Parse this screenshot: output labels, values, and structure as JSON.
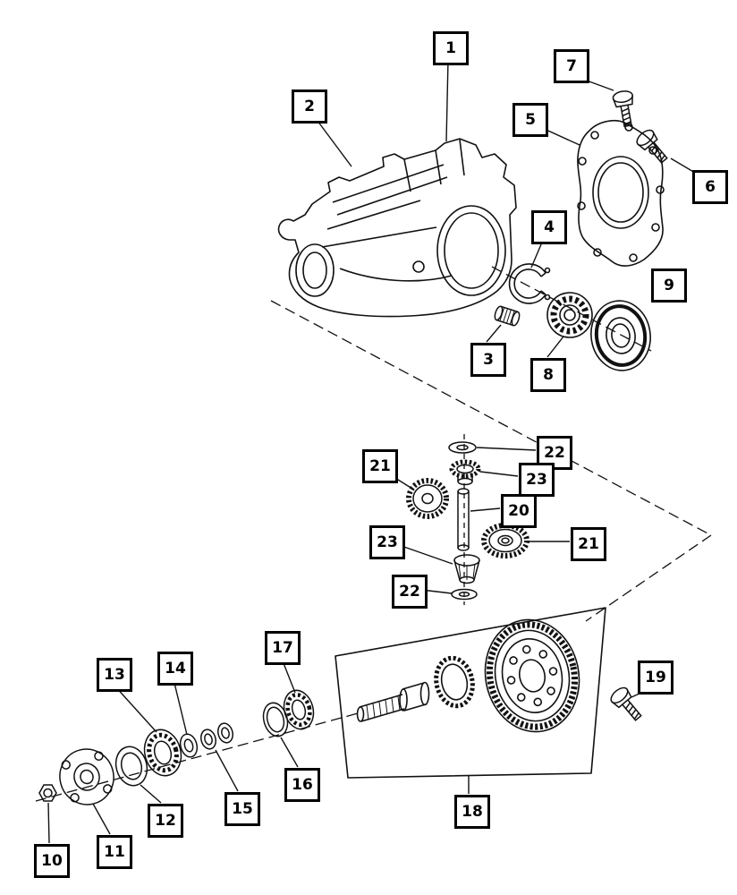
{
  "diagram": {
    "type": "exploded-parts-diagram",
    "background": "#ffffff",
    "line_color": "#111111"
  },
  "callouts": [
    {
      "id": "1",
      "label": "1"
    },
    {
      "id": "2",
      "label": "2"
    },
    {
      "id": "7",
      "label": "7"
    },
    {
      "id": "5",
      "label": "5"
    },
    {
      "id": "6",
      "label": "6"
    },
    {
      "id": "4",
      "label": "4"
    },
    {
      "id": "9",
      "label": "9"
    },
    {
      "id": "3",
      "label": "3"
    },
    {
      "id": "8",
      "label": "8"
    },
    {
      "id": "22-upper",
      "label": "22"
    },
    {
      "id": "21-upper-left",
      "label": "21"
    },
    {
      "id": "23-upper",
      "label": "23"
    },
    {
      "id": "20",
      "label": "20"
    },
    {
      "id": "23-lower",
      "label": "23"
    },
    {
      "id": "21-right",
      "label": "21"
    },
    {
      "id": "22-lower",
      "label": "22"
    },
    {
      "id": "17",
      "label": "17"
    },
    {
      "id": "13",
      "label": "13"
    },
    {
      "id": "14",
      "label": "14"
    },
    {
      "id": "19",
      "label": "19"
    },
    {
      "id": "16",
      "label": "16"
    },
    {
      "id": "15",
      "label": "15"
    },
    {
      "id": "12",
      "label": "12"
    },
    {
      "id": "18",
      "label": "18"
    },
    {
      "id": "10",
      "label": "10"
    },
    {
      "id": "11",
      "label": "11"
    }
  ]
}
